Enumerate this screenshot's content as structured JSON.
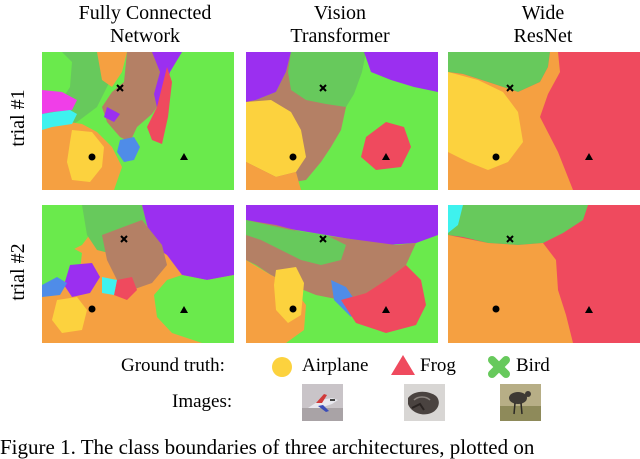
{
  "figure": {
    "columns": [
      {
        "line1": "Fully Connected",
        "line2": "Network"
      },
      {
        "line1": "Vision",
        "line2": "Transformer"
      },
      {
        "line1": "Wide",
        "line2": "ResNet"
      }
    ],
    "rows": [
      "trial #1",
      "trial #2"
    ],
    "colors": {
      "orange": "#f5a041",
      "yellow": "#fcd23e",
      "red": "#ef4a5e",
      "green": "#67c95c",
      "bright_green": "#6aea4c",
      "brown": "#b48065",
      "purple": "#9b2ff0",
      "magenta": "#f03ee8",
      "cyan": "#3ef2ee",
      "blue": "#4f8ce8"
    },
    "legend": {
      "ground_truth_label": "Ground truth:",
      "items": [
        {
          "label": "Airplane",
          "color": "#fcd23e",
          "icon": "circle-icon"
        },
        {
          "label": "Frog",
          "color": "#ef4a5e",
          "icon": "triangle-icon"
        },
        {
          "label": "Bird",
          "color": "#67c95c",
          "icon": "cross-icon"
        }
      ],
      "images_label": "Images:"
    },
    "caption": "Figure 1.  The class boundaries of three architectures, plotted on"
  }
}
